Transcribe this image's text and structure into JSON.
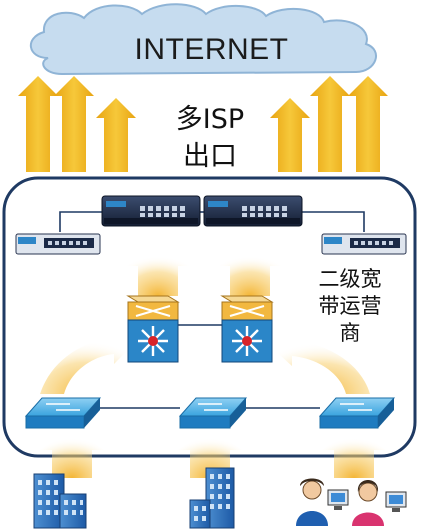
{
  "cloud": {
    "label": "INTERNET",
    "color": "#c6dcef"
  },
  "isp_label": {
    "line1": "多ISP",
    "line2": "出口"
  },
  "carrier_label": {
    "line1": "二级宽",
    "line2": "带运营",
    "line3": "商"
  },
  "colors": {
    "arrow": "#f2b71f",
    "border": "#1f3a63",
    "switch": "#2f96d6",
    "router_front": "#2e86c7",
    "device_body": "#1b2a47"
  }
}
